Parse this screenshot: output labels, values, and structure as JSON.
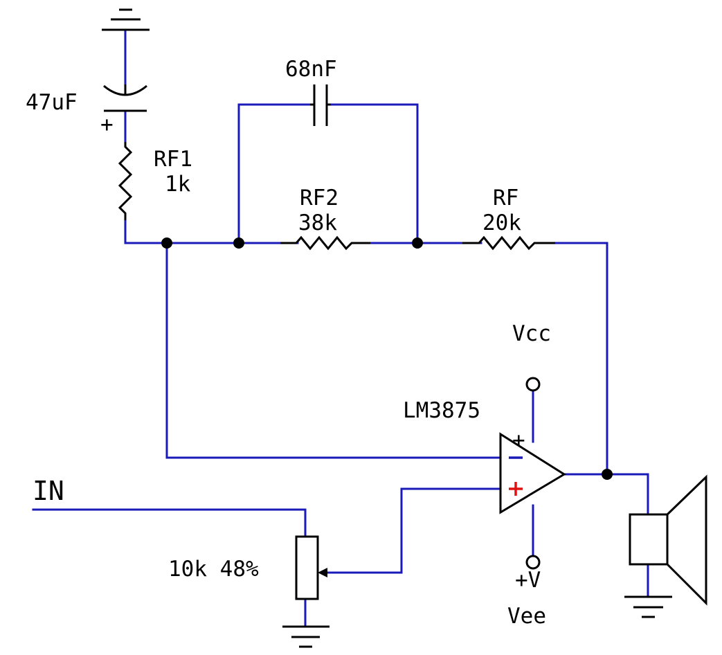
{
  "labels": {
    "cap_electrolytic": "47uF",
    "cap_polarity": "+",
    "rf1_name": "RF1",
    "rf1_value": "1k",
    "cap_film": "68nF",
    "rf2_name": "RF2",
    "rf2_value": "38k",
    "rf_name": "RF",
    "rf_value": "20k",
    "supply_pos": "Vcc",
    "opamp": "LM3875",
    "opamp_supply_plus": "+",
    "supply_neg_sign": "+V",
    "supply_neg": "Vee",
    "input": "IN",
    "pot": "10k 48%"
  },
  "colors": {
    "wire": "#1a1ab8",
    "component": "#000000",
    "inverting_pin": "#1a1ab8",
    "noninverting_pin": "#e01010"
  }
}
